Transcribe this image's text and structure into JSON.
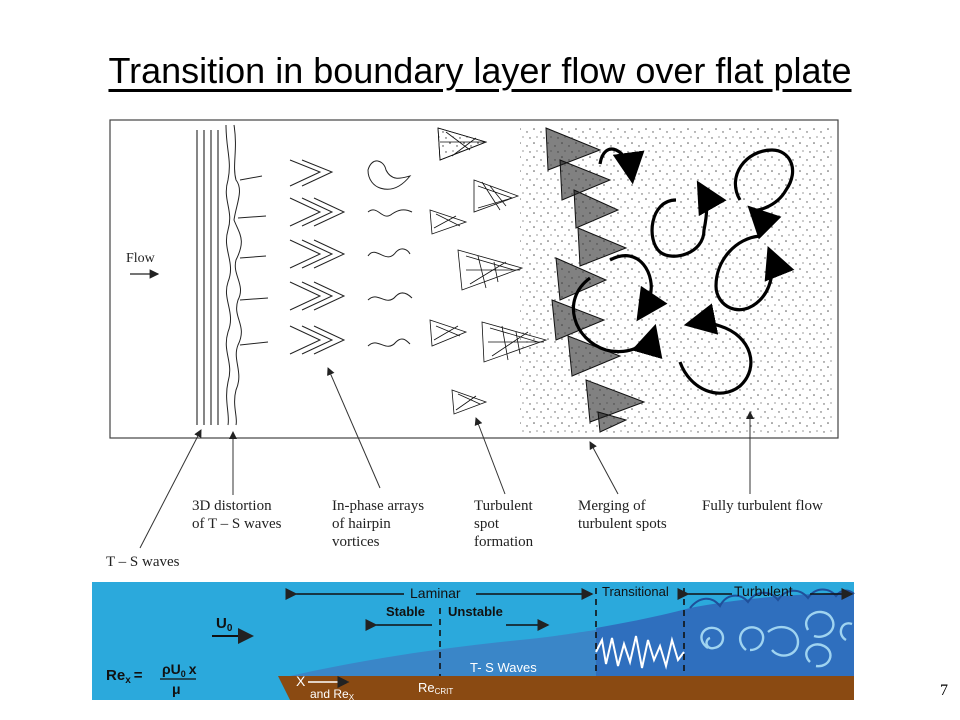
{
  "slide": {
    "title": "Transition in boundary layer flow over flat plate",
    "page_number": "7"
  },
  "top_diagram": {
    "flow_label": "Flow",
    "captions": {
      "ts_waves": "T – S waves",
      "distortion_1": "3D distortion",
      "distortion_2": "of T – S waves",
      "hairpin_1": "In-phase arrays",
      "hairpin_2": "of hairpin",
      "hairpin_3": "vortices",
      "spot_1": "Turbulent",
      "spot_2": "spot",
      "spot_3": "formation",
      "merging_1": "Merging of",
      "merging_2": "turbulent spots",
      "fully": "Fully turbulent flow"
    }
  },
  "bottom_diagram": {
    "laminar": "Laminar",
    "stable": "Stable",
    "unstable": "Unstable",
    "transitional": "Transitional",
    "turbulent": "Turbulent",
    "u0": "U",
    "u0_sub": "0",
    "ts_waves": "T- S Waves",
    "re_lhs": "Re",
    "re_lhs_sub": "x",
    "re_eq": "=",
    "re_num": "ρU",
    "re_num_sub": "0",
    "re_num_x": "x",
    "re_den": "μ",
    "x_label": "X",
    "and_re": "and Re",
    "and_re_sub": "X",
    "re_crit": "Re",
    "re_crit_sub": "CRIT",
    "colors": {
      "water": "#2ba9dc",
      "boundary_layer": "#2f6fbe",
      "ground": "#8a4a12"
    }
  }
}
